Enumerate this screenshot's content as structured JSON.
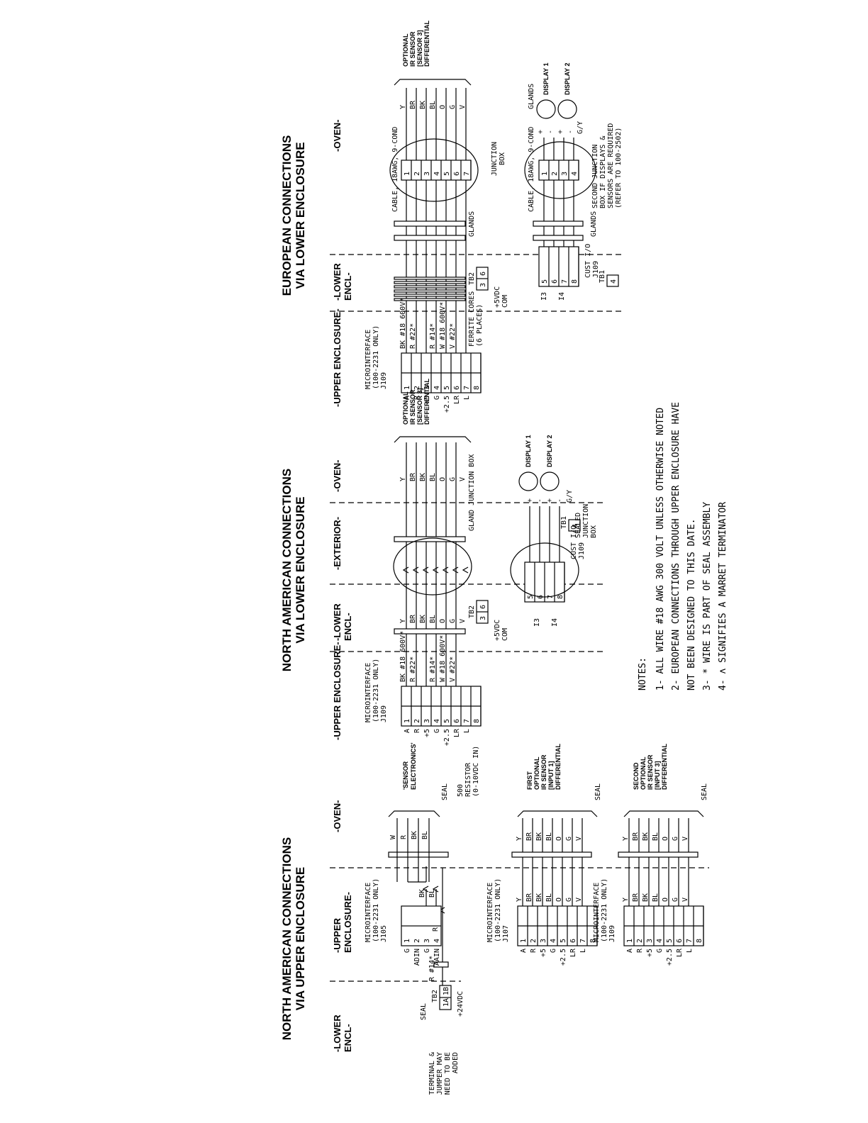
{
  "titles": {
    "na_upper": [
      "NORTH AMERICAN CONNECTIONS",
      "VIA UPPER ENCLOSURE"
    ],
    "na_lower": [
      "NORTH AMERICAN CONNECTIONS",
      "VIA LOWER ENCLOSURE"
    ],
    "eu_lower": [
      "EUROPEAN CONNECTIONS",
      "VIA LOWER ENCLOSURE"
    ]
  },
  "zones": {
    "lower_encl": [
      "-LOWER",
      "ENCL-"
    ],
    "upper_enclosure_2line": [
      "-UPPER",
      "ENCLOSURE-"
    ],
    "upper_enclosure": "-UPPER ENCLOSURE-",
    "oven": "-OVEN-",
    "exterior": "-EXTERIOR-"
  },
  "s1": {
    "note_terminal": [
      "TERMINAL &",
      "JUMPER MAY",
      "NEED TO BE",
      "ADDED"
    ],
    "tb2": "TB2",
    "tb2_pins": [
      "1A",
      "1B"
    ],
    "v24": "+24VDC",
    "seal": "SEAL",
    "r14": "R #14*",
    "r": "R",
    "j105_header": [
      "MICROINTERFACE",
      "(100-2231 ONLY)",
      "J105"
    ],
    "j105_sig": [
      "G",
      "ADIN",
      "G",
      "AAIN"
    ],
    "j105_pins": [
      "1",
      "2",
      "3",
      "4"
    ],
    "j105_wires": [
      "BK",
      "BL"
    ],
    "oven_wires": [
      "W",
      "R",
      "BK",
      "BL"
    ],
    "seal2": "SEAL",
    "resistor": [
      "500",
      "RESISTOR",
      "(0-10VDC IN)"
    ],
    "sensor_label": [
      "'SENSOR",
      "ELECTRONICS'"
    ],
    "j107_header": [
      "MICROINTERFACE",
      "(100-2231 ONLY)",
      "J107"
    ],
    "j109_header": [
      "MICROINTERFACE",
      "(100-2231 ONLY)",
      "J109"
    ],
    "sig8": [
      "A",
      "R",
      "+5",
      "G",
      "+2.5",
      "LR",
      "L"
    ],
    "pins8": [
      "1",
      "2",
      "3",
      "4",
      "5",
      "6",
      "7",
      "8"
    ],
    "wires7": [
      "Y",
      "BR",
      "BK",
      "BL",
      "O",
      "G",
      "V"
    ],
    "first_label": [
      "FIRST",
      "OPTIONAL",
      "IR SENSOR",
      "[INPUT 1]",
      "DIFFERENTIAL"
    ],
    "second_label": [
      "SECOND",
      "OPTIONAL",
      "IR SENSOR",
      "[INPUT 3]",
      "DIFFERENTIAL"
    ],
    "seal3": "SEAL",
    "seal4": "SEAL"
  },
  "s2": {
    "j109_header": [
      "MICROINTERFACE",
      "(100-2231 ONLY)",
      "J109"
    ],
    "micro_wires": [
      "BK #18 600V*",
      "R #22*",
      "",
      "R #14*",
      "W #18 600V*",
      "V #22*",
      "",
      ""
    ],
    "tb2": "TB2",
    "tb2_pins": [
      "3",
      "6"
    ],
    "tb2_sig": [
      "+5VDC",
      "COM"
    ],
    "gland": "GLAND JUNCTION BOX",
    "oven_wires": [
      "Y",
      "BR",
      "BK",
      "BL",
      "O",
      "G",
      "V"
    ],
    "ir_label": [
      "OPTIONAL",
      "IR SENSOR",
      "[SENSOR 3]",
      "DIFFERENTIAL"
    ],
    "i3": "I3",
    "i4": "I4",
    "cust_pins": [
      "5",
      "6",
      "7",
      "8"
    ],
    "cust": [
      "CUST I/O",
      "J109"
    ],
    "tb1": "TB1",
    "tb1_pin": "4",
    "sealed": [
      "SEALED",
      "JUNCTION",
      "BOX"
    ],
    "disp_wires": [
      "+",
      "-",
      "+",
      "-",
      "G/Y"
    ],
    "display1": "DISPLAY 1",
    "display2": "DISPLAY 2"
  },
  "s3": {
    "j109_header": [
      "MICROINTERFACE",
      "(100-2231 ONLY)",
      "J109"
    ],
    "micro_wires": [
      "BK #18 600V*",
      "R #22*",
      "",
      "R #14*",
      "W #18 600V*",
      "V #22*",
      "",
      ""
    ],
    "ferrite": [
      "FERRITE CORES",
      "(6 PLACES)"
    ],
    "tb2": "TB2",
    "tb2_pins": [
      "3",
      "6"
    ],
    "tb2_sig": [
      "+5VDC",
      "COM"
    ],
    "glands": "GLANDS",
    "cable": "CABLE, 18AWG, 9-COND",
    "jb_pins": [
      "1",
      "2",
      "3",
      "4",
      "5",
      "6",
      "7"
    ],
    "jb_label": [
      "JUNCTION",
      "BOX"
    ],
    "oven_wires": [
      "Y",
      "BR",
      "BK",
      "BL",
      "O",
      "G",
      "V"
    ],
    "ir_label": [
      "OPTIONAL",
      "IR SENSOR",
      "[SENSOR 3]",
      "DIFFERENTIAL"
    ],
    "i3": "I3",
    "i4": "I4",
    "cust_pins": [
      "5",
      "6",
      "7",
      "8"
    ],
    "cust": [
      "CUST I/O",
      "J109"
    ],
    "tb1": "TB1",
    "tb1_pin": "4",
    "glands2": "GLANDS",
    "cable2": "CABLE, 18AWG, 9-COND",
    "jb2_pins": [
      "1",
      "2",
      "3",
      "4"
    ],
    "disp_wires": [
      "+",
      "-",
      "+",
      "-",
      "G/Y"
    ],
    "glands3": "GLANDS",
    "display1": "DISPLAY 1",
    "display2": "DISPLAY 2",
    "second_jb": [
      "SECOND JUNCTION",
      "BOX IF DISPLAYS &",
      "SENSORS ARE REQUIRED",
      "(REFER TO 100-2502)"
    ]
  },
  "notes": {
    "heading": "NOTES:",
    "lines": [
      "1- ALL WIRE #18 AWG 300 VOLT UNLESS OTHERWISE NOTED",
      "2- EUROPEAN CONNECTIONS THROUGH UPPER ENCLOSURE HAVE",
      "   NOT BEEN DESIGNED TO THIS DATE.",
      "3- * WIRE IS PART OF SEAL ASSEMBLY",
      "4- ʌ SIGNIFIES A MARRET TERMINATOR"
    ]
  }
}
